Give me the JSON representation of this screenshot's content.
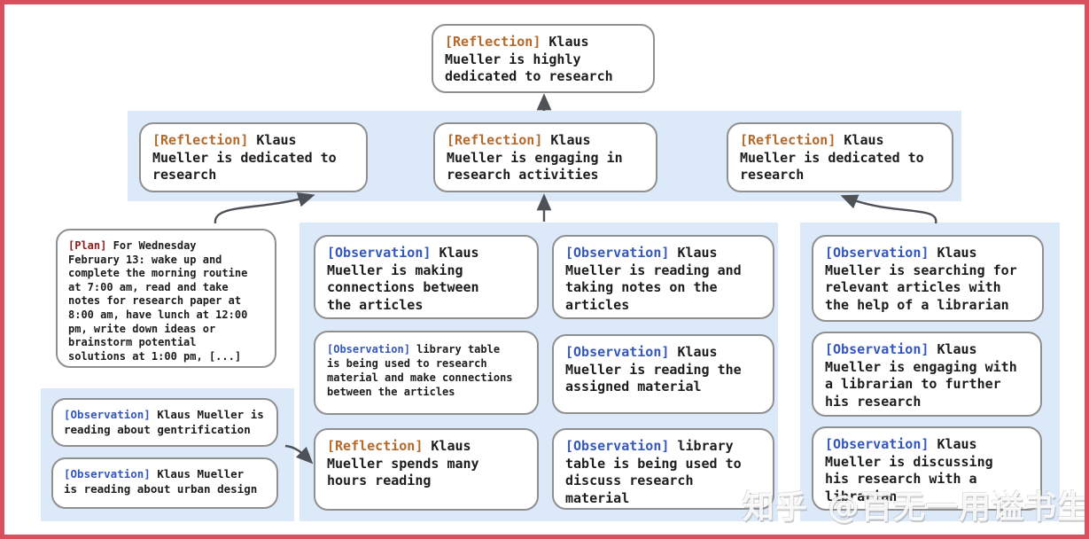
{
  "colors": {
    "frame": "#d8505e",
    "band": "#dce9f8",
    "box_border": "#8f8f8f",
    "text": "#1c1c1c",
    "reflection_label": "#b5692a",
    "observation_label": "#3457bd",
    "plan_label": "#8f1d1d",
    "arrow": "#4e5257"
  },
  "nodes": {
    "top": {
      "tag": "[Reflection]",
      "text": "Klaus\nMueller is highly\ndedicated to research"
    },
    "r2_left": {
      "tag": "[Reflection]",
      "text": "Klaus\nMueller is dedicated to\nresearch"
    },
    "r2_mid": {
      "tag": "[Reflection]",
      "text": "Klaus\nMueller is engaging in\nresearch activities"
    },
    "r2_right": {
      "tag": "[Reflection]",
      "text": "Klaus\nMueller is dedicated to\nresearch"
    },
    "plan": {
      "tag": "[Plan]",
      "text": "For Wednesday\nFebruary 13: wake up and\ncomplete the morning routine\nat 7:00 am, read and take\nnotes for research paper at\n8:00 am, have lunch at 12:00\npm, write down ideas or\nbrainstorm potential\nsolutions at 1:00 pm, [...]"
    },
    "left_obs1": {
      "tag": "[Observation]",
      "text": "Klaus Mueller is\nreading about gentrification"
    },
    "left_obs2": {
      "tag": "[Observation]",
      "text": "Klaus Mueller\nis reading about urban design"
    },
    "mid_a1": {
      "tag": "[Observation]",
      "text": "Klaus\nMueller is making\nconnections between\nthe articles"
    },
    "mid_a2": {
      "tag": "[Observation]",
      "text": "library table\nis being used to research\nmaterial and make connections\nbetween the articles"
    },
    "mid_a3": {
      "tag": "[Reflection]",
      "text": "Klaus\nMueller spends many\nhours reading"
    },
    "mid_b1": {
      "tag": "[Observation]",
      "text": "Klaus\nMueller is reading and\ntaking notes on the\narticles"
    },
    "mid_b2": {
      "tag": "[Observation]",
      "text": "Klaus\nMueller is reading the\nassigned material"
    },
    "mid_b3": {
      "tag": "[Observation]",
      "text": "library\ntable is being used to\ndiscuss research material"
    },
    "right_r1": {
      "tag": "[Observation]",
      "text": "Klaus\nMueller is searching for\nrelevant articles with\nthe help of a librarian"
    },
    "right_r2": {
      "tag": "[Observation]",
      "text": "Klaus\nMueller is engaging with\na librarian to further\nhis research"
    },
    "right_r3": {
      "tag": "[Observation]",
      "text": "Klaus\nMueller is discussing\nhis research with a\nlibrarian"
    }
  },
  "watermark": {
    "brand": "知乎",
    "handle": "@百无一用谥书生"
  }
}
